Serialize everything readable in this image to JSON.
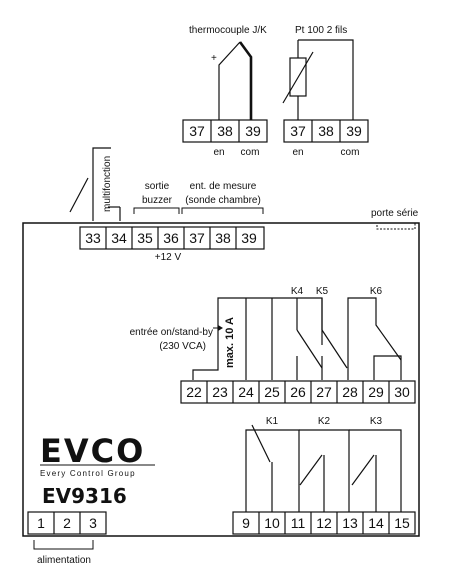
{
  "top_left_block": {
    "title": "thermocouple J/K",
    "plus": "+",
    "terminals": [
      "37",
      "38",
      "39"
    ],
    "labels": [
      "en",
      "com"
    ]
  },
  "top_right_block": {
    "title": "Pt 100 2 fils",
    "terminals": [
      "37",
      "38",
      "39"
    ],
    "labels": [
      "en",
      "com"
    ]
  },
  "main_top_terminals": [
    "33",
    "34",
    "35",
    "36",
    "37",
    "38",
    "39"
  ],
  "labels": {
    "multifonction": "multifonction",
    "sortie_buzzer_1": "sortie",
    "sortie_buzzer_2": "buzzer",
    "ent_mesure_1": "ent. de mesure",
    "ent_mesure_2": "(sonde chambre)",
    "voltage": "+12 V",
    "porte_serie": "porte série",
    "entree_1": "entrée on/stand-by",
    "entree_2": "(230 VCA)",
    "max": "max. 10 A",
    "alimentation": "alimentation"
  },
  "middle_terminals": [
    "22",
    "23",
    "24",
    "25",
    "26",
    "27",
    "28",
    "29",
    "30"
  ],
  "relays_upper": [
    "K4",
    "K5",
    "K6"
  ],
  "relays_lower": [
    "K1",
    "K2",
    "K3"
  ],
  "bottom_left_terminals": [
    "1",
    "2",
    "3"
  ],
  "bottom_right_terminals": [
    "9",
    "10",
    "11",
    "12",
    "13",
    "14",
    "15"
  ],
  "logo": {
    "brand": "EVCO",
    "tagline": "Every Control Group",
    "model": "EV9316"
  }
}
